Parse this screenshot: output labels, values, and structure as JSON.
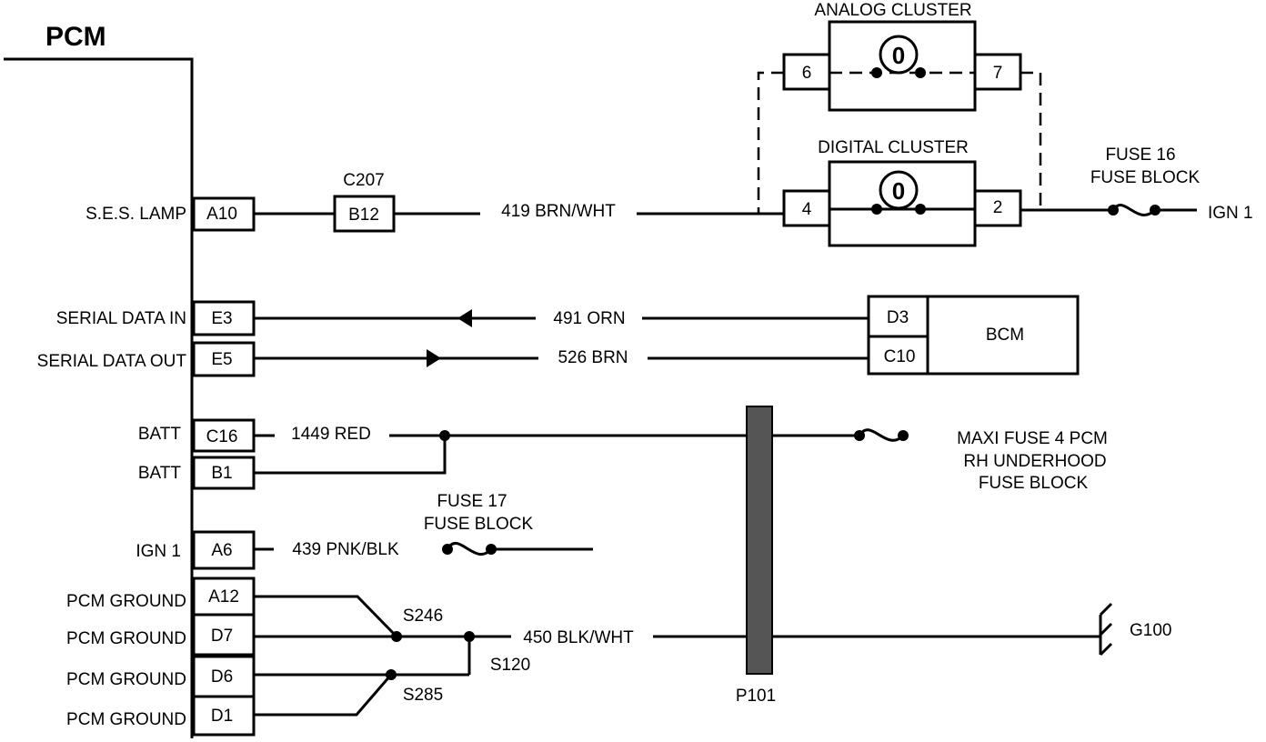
{
  "title": "PCM",
  "pcm_pins": [
    {
      "id": "ses",
      "label": "S.E.S. LAMP",
      "pin": "A10"
    },
    {
      "id": "sdi",
      "label": "SERIAL DATA IN",
      "pin": "E3"
    },
    {
      "id": "sdo",
      "label": "SERIAL DATA OUT",
      "pin": "E5"
    },
    {
      "id": "batt1",
      "label": "BATT",
      "pin": "C16"
    },
    {
      "id": "batt2",
      "label": "BATT",
      "pin": "B1"
    },
    {
      "id": "ign",
      "label": "IGN 1",
      "pin": "A6"
    },
    {
      "id": "gnd1",
      "label": "PCM GROUND",
      "pin": "A12"
    },
    {
      "id": "gnd2",
      "label": "PCM GROUND",
      "pin": "D7"
    },
    {
      "id": "gnd3",
      "label": "PCM GROUND",
      "pin": "D6"
    },
    {
      "id": "gnd4",
      "label": "PCM GROUND",
      "pin": "D1"
    }
  ],
  "connector_c207": {
    "name": "C207",
    "pin": "B12"
  },
  "wires": {
    "ses": "419 BRN/WHT",
    "serial_in": "491 ORN",
    "serial_out": "526 BRN",
    "batt": "1449 RED",
    "ign": "439 PNK/BLK",
    "ground": "450 BLK/WHT"
  },
  "analog_cluster": {
    "name": "ANALOG CLUSTER",
    "pin_left": "6",
    "pin_right": "7"
  },
  "digital_cluster": {
    "name": "DIGITAL  CLUSTER",
    "pin_left": "4",
    "pin_right": "2"
  },
  "fuse16": {
    "line1": "FUSE 16",
    "line2": "FUSE BLOCK",
    "source": "IGN 1"
  },
  "fuse17": {
    "line1": "FUSE 17",
    "line2": "FUSE BLOCK"
  },
  "maxi_fuse": {
    "line1": "MAXI  FUSE 4 PCM",
    "line2": "RH UNDERHOOD",
    "line3": "FUSE BLOCK"
  },
  "bcm": {
    "name": "BCM",
    "pin_in": "D3",
    "pin_out": "C10"
  },
  "splices": {
    "s246": "S246",
    "s120": "S120",
    "s285": "S285"
  },
  "passthrough": "P101",
  "lamp_symbol": "0",
  "ground_point": "G100"
}
